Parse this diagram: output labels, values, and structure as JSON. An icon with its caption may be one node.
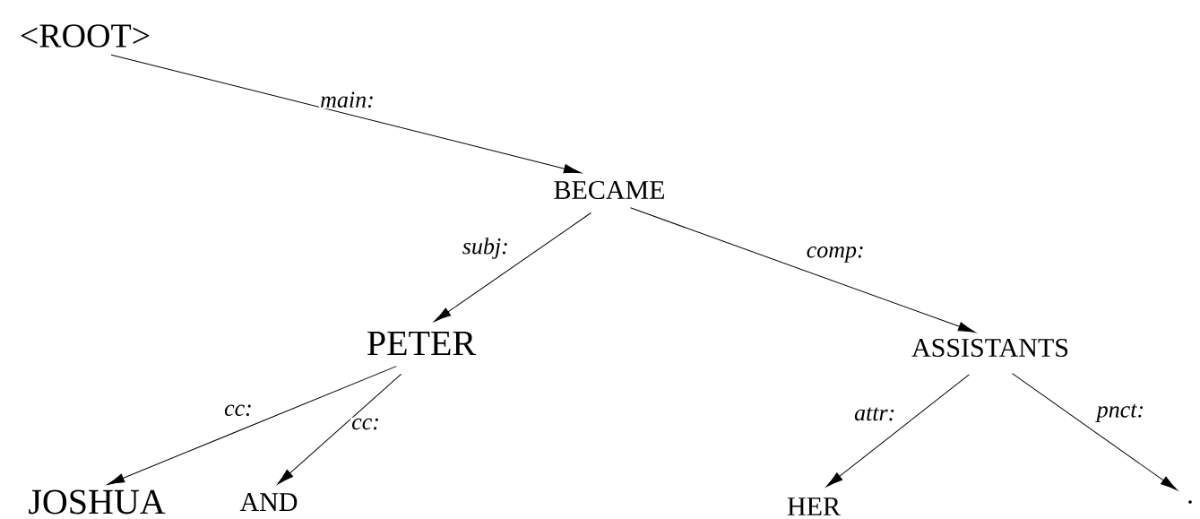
{
  "diagram": {
    "nodes": [
      {
        "text": [
          "<ROOT>"
        ]
      },
      {
        "text": [
          "BECAME"
        ]
      },
      {
        "text": [
          "PETER"
        ]
      },
      {
        "text": [
          "ASSISTANTS"
        ]
      },
      {
        "text": [
          "JOSHUA"
        ]
      },
      {
        "text": [
          "AND"
        ]
      },
      {
        "text": [
          "HER"
        ]
      },
      {
        "text": [
          "."
        ]
      }
    ],
    "edges": [
      {
        "from": 0,
        "to": 1,
        "arrow": "to",
        "label": "main:"
      },
      {
        "from": 1,
        "to": 2,
        "arrow": "to",
        "label": "subj:"
      },
      {
        "from": 1,
        "to": 3,
        "arrow": "to",
        "label": "comp:"
      },
      {
        "from": 2,
        "to": 4,
        "arrow": "to",
        "label": "cc:"
      },
      {
        "from": 2,
        "to": 5,
        "arrow": "to",
        "label": "cc:"
      },
      {
        "from": 3,
        "to": 6,
        "arrow": "to",
        "label": "attr:"
      },
      {
        "from": 3,
        "to": 7,
        "arrow": "to",
        "label": "pnct:"
      }
    ]
  }
}
